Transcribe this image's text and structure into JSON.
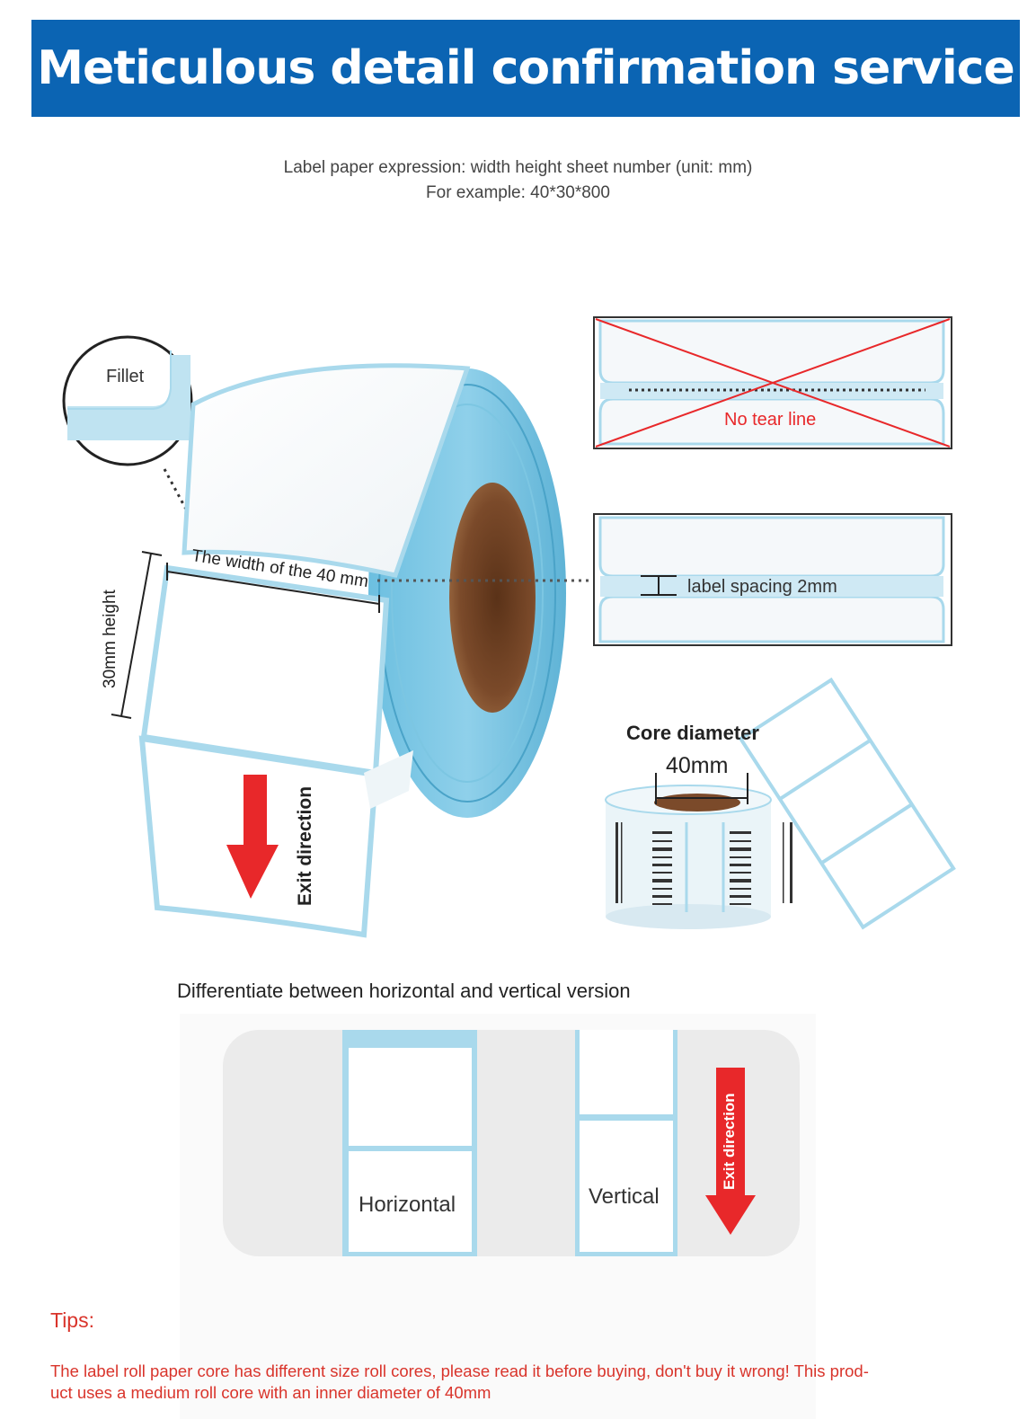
{
  "banner": {
    "title": "Meticulous detail confirmation service",
    "color": "#0b64b3"
  },
  "intro": {
    "line1": "Label paper expression: width height sheet number (unit: mm)",
    "line2": "For example: 40*30*800"
  },
  "roll": {
    "fillet_label": "Fillet",
    "width_label": "The width of the 40 mm",
    "height_label": "30mm height",
    "exit_label": "Exit direction"
  },
  "no_tear": {
    "label": "No tear line"
  },
  "spacing": {
    "label": "label spacing 2mm"
  },
  "core": {
    "title": "Core diameter",
    "size": "40mm"
  },
  "difference": {
    "title": "Differentiate between horizontal and vertical version",
    "horizontal": "Horizontal",
    "vertical": "Vertical",
    "exit_label": "Exit direction"
  },
  "tips": {
    "title": "Tips:",
    "line1": "The label roll paper core has different size roll cores, please read it before buying, don't buy it wrong! This prod-",
    "line2": "uct uses a medium roll core with an inner diameter of 40mm"
  },
  "colors": {
    "accent_red": "#e8282a",
    "label_blue": "#a9d9ec",
    "core_brown": "#7b4a2a"
  }
}
